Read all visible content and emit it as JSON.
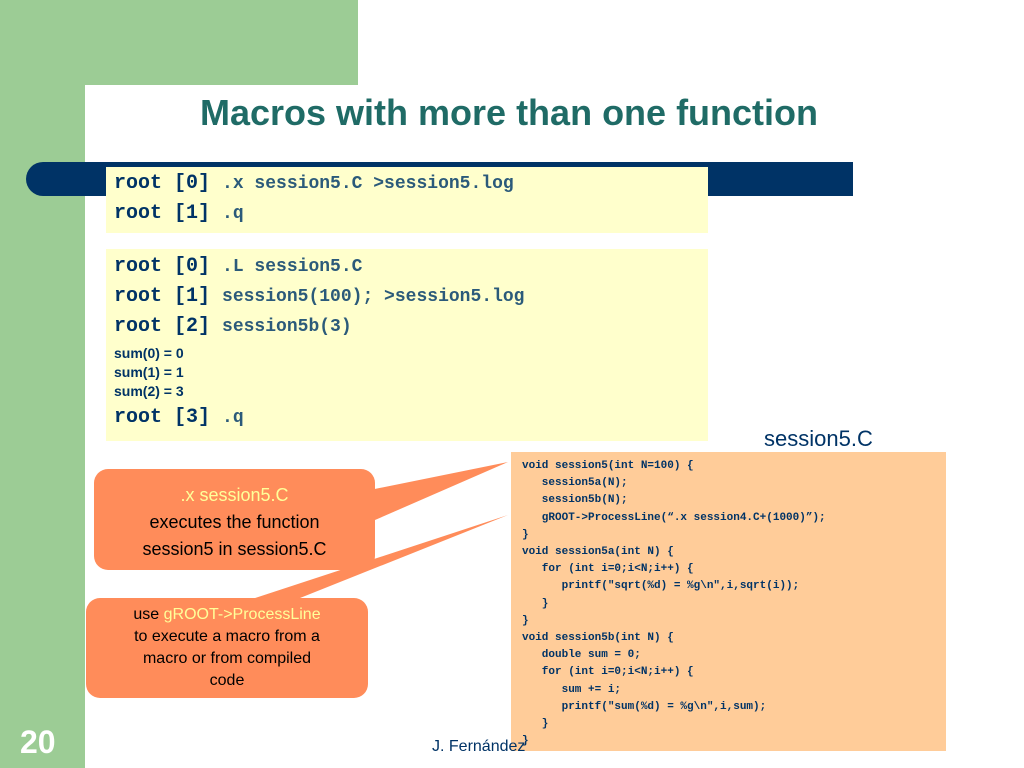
{
  "title": "Macros with more than one function",
  "box1": [
    {
      "prompt": "root [0]",
      "cmd": ".x session5.C >session5.log"
    },
    {
      "prompt": "root [1]",
      "cmd": ".q"
    }
  ],
  "box2": {
    "cmds": [
      {
        "prompt": "root [0]",
        "cmd": ".L session5.C"
      },
      {
        "prompt": "root [1]",
        "cmd": "session5(100); >session5.log"
      },
      {
        "prompt": "root [2]",
        "cmd": "session5b(3)"
      }
    ],
    "outputs": [
      "sum(0) = 0",
      "sum(1) = 1",
      "sum(2) = 3"
    ],
    "last": {
      "prompt": "root [3]",
      "cmd": ".q"
    }
  },
  "file_name": "session5.C",
  "code_lines": [
    "void session5(int N=100) {",
    "   session5a(N);",
    "   session5b(N);",
    "   gROOT->ProcessLine(“.x session4.C+(1000)”);",
    "}",
    "void session5a(int N) {",
    "   for (int i=0;i<N;i++) {",
    "      printf(\"sqrt(%d) = %g\\n\",i,sqrt(i));",
    "   }",
    "}",
    "void session5b(int N) {",
    "   double sum = 0;",
    "   for (int i=0;i<N;i++) {",
    "      sum += i;",
    "      printf(\"sum(%d) = %g\\n\",i,sum);",
    "   }",
    "}"
  ],
  "callout1": {
    "highlight": ".x session5.C",
    "line2": "executes the function",
    "line3": "session5 in session5.C"
  },
  "callout2": {
    "prefix": "use ",
    "highlight": "gROOT->ProcessLine",
    "line2": "to execute a macro from a",
    "line3": "macro or from compiled",
    "line4": "code"
  },
  "page_number": "20",
  "author": "J. Fernández",
  "colors": {
    "green": "#9ccc95",
    "navy": "#003366",
    "title": "#1f6b66",
    "command_box": "#ffffcc",
    "code_box": "#ffcc99",
    "callout": "#ff8c5a"
  }
}
